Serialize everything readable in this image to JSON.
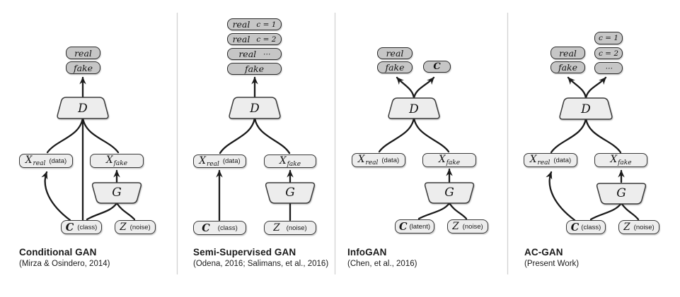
{
  "figure": {
    "description": "Comparison of four GAN architectures",
    "colors": {
      "output_box_fill": "#c6c6c6",
      "unit_box_fill": "#ededed",
      "stroke": "#1b1b1b",
      "divider": "#d2d2d2",
      "background": "#ffffff"
    }
  },
  "panels": [
    {
      "name": "conditional-gan",
      "title": "Conditional GAN",
      "citation": "(Mirza & Osindero, 2014)",
      "outputs": [
        {
          "label": "real",
          "tag": ""
        },
        {
          "label": "fake",
          "tag": ""
        }
      ],
      "discriminator": "D",
      "generator": "G",
      "x_real": {
        "sym": "X",
        "sub": "real",
        "note": "(data)"
      },
      "x_fake": {
        "sym": "X",
        "sub": "fake",
        "note": ""
      },
      "c_input": {
        "sym": "C",
        "note": "(class)"
      },
      "z_input": {
        "sym": "Z",
        "note": "(noise)"
      }
    },
    {
      "name": "semi-supervised-gan",
      "title": "Semi-Supervised GAN",
      "citation": "(Odena, 2016; Salimans, et al., 2016)",
      "outputs": [
        {
          "label": "real",
          "tag": "c = 1"
        },
        {
          "label": "real",
          "tag": "c = 2"
        },
        {
          "label": "real",
          "tag": "⋯"
        },
        {
          "label": "fake",
          "tag": ""
        }
      ],
      "discriminator": "D",
      "generator": "G",
      "x_real": {
        "sym": "X",
        "sub": "real",
        "note": "(data)"
      },
      "x_fake": {
        "sym": "X",
        "sub": "fake",
        "note": ""
      },
      "c_input": {
        "sym": "C",
        "note": "(class)"
      },
      "z_input": {
        "sym": "Z",
        "note": "(noise)"
      }
    },
    {
      "name": "infogan",
      "title": "InfoGAN",
      "citation": "(Chen, et al., 2016)",
      "outputs": [
        {
          "label": "real",
          "tag": ""
        },
        {
          "label": "fake",
          "tag": ""
        }
      ],
      "aux_output": "C",
      "discriminator": "D",
      "generator": "G",
      "x_real": {
        "sym": "X",
        "sub": "real",
        "note": "(data)"
      },
      "x_fake": {
        "sym": "X",
        "sub": "fake",
        "note": ""
      },
      "c_input": {
        "sym": "C",
        "note": "(latent)"
      },
      "z_input": {
        "sym": "Z",
        "note": "(noise)"
      }
    },
    {
      "name": "ac-gan",
      "title": "AC-GAN",
      "citation": "(Present Work)",
      "outputs": [
        {
          "label": "real",
          "tag": ""
        },
        {
          "label": "fake",
          "tag": ""
        }
      ],
      "class_outputs": [
        "c = 1",
        "c = 2",
        "⋯"
      ],
      "discriminator": "D",
      "generator": "G",
      "x_real": {
        "sym": "X",
        "sub": "real",
        "note": "(data)"
      },
      "x_fake": {
        "sym": "X",
        "sub": "fake",
        "note": ""
      },
      "c_input": {
        "sym": "C",
        "note": "(class)"
      },
      "z_input": {
        "sym": "Z",
        "note": "(noise)"
      }
    }
  ]
}
